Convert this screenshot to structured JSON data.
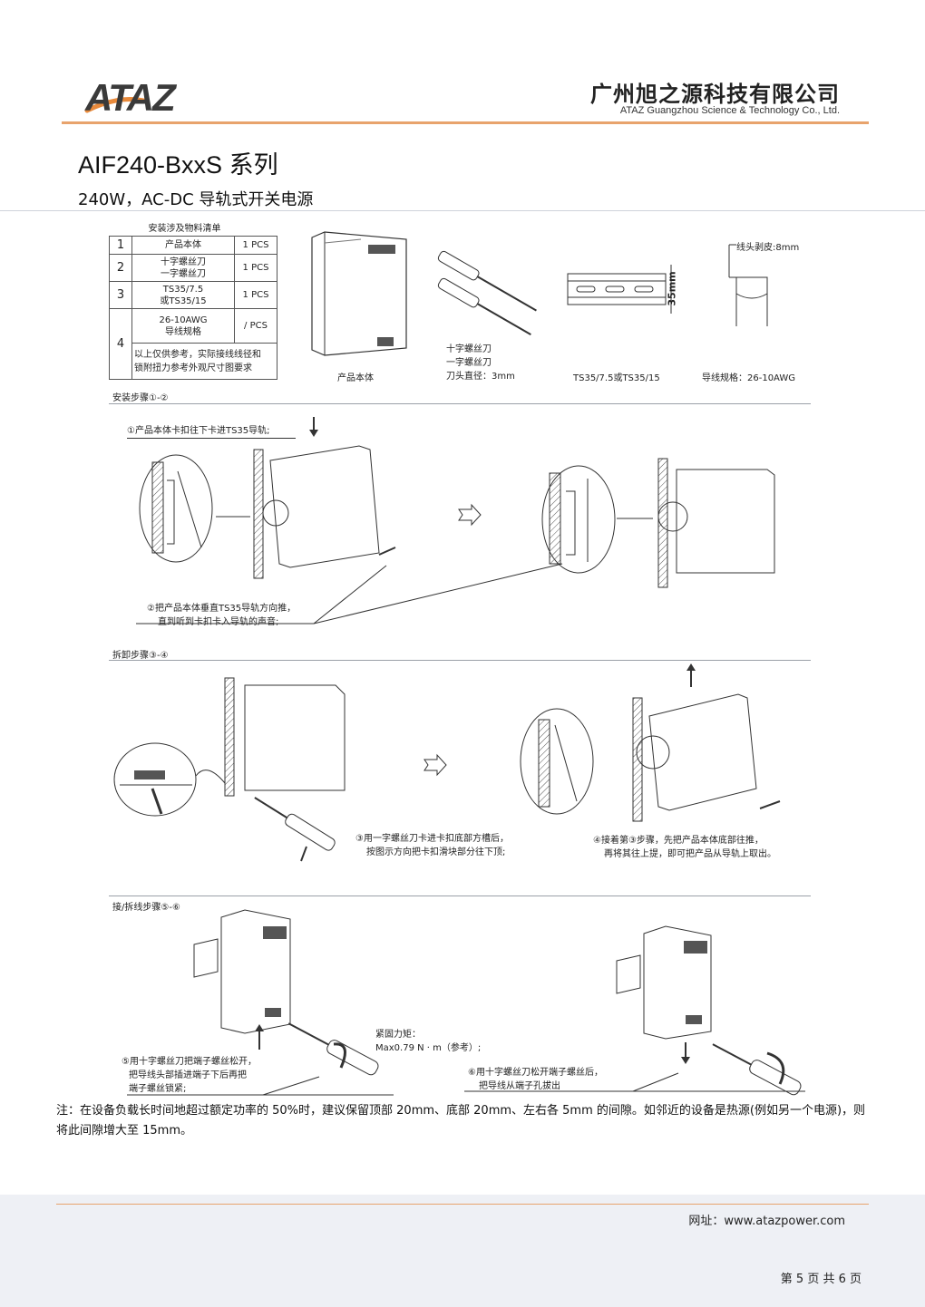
{
  "header": {
    "logo_text": "ATAZ",
    "company_cn": "广州旭之源科技有限公司",
    "company_en": "ATAZ Guangzhou Science & Technology Co., Ltd.",
    "accent_color": "#e8a36c"
  },
  "title": {
    "series": "AIF240-BxxS",
    "series_suffix": "系列",
    "subtitle": "240W，AC-DC 导轨式开关电源"
  },
  "bom": {
    "heading": "安装涉及物料清单",
    "rows": [
      {
        "no": "1",
        "name": [
          "产品本体"
        ],
        "qty": "1 PCS"
      },
      {
        "no": "2",
        "name": [
          "十字螺丝刀",
          "一字螺丝刀"
        ],
        "qty": "1 PCS"
      },
      {
        "no": "3",
        "name": [
          "TS35/7.5",
          "或TS35/15"
        ],
        "qty": "1 PCS"
      },
      {
        "no": "4",
        "name": [
          "26-10AWG",
          "导线规格"
        ],
        "qty": "/ PCS",
        "note": [
          "以上仅供参考，实际接线线径和",
          "锁附扭力参考外观尺寸图要求"
        ]
      }
    ]
  },
  "materials": {
    "product_caption": "产品本体",
    "screwdriver_caption": [
      "十字螺丝刀",
      "一字螺丝刀",
      "刀头直径：3mm"
    ],
    "rail_caption": "TS35/7.5或TS35/15",
    "rail_dim": "35mm",
    "wire_caption": "导线规格：26-10AWG",
    "wire_strip": "线头剥皮:8mm"
  },
  "install": {
    "section": "安装步骤①-②",
    "step1": "①产品本体卡扣往下卡进TS35导轨;",
    "step2": [
      "②把产品本体垂直TS35导轨方向推，",
      "直到听到卡扣卡入导轨的声音;"
    ]
  },
  "removal": {
    "section": "拆卸步骤③-④",
    "step3": [
      "③用一字螺丝刀卡进卡扣底部方槽后，",
      "按图示方向把卡扣滑块部分往下顶;"
    ],
    "step4": [
      "④接着第③步骤，先把产品本体底部往推，",
      "再将其往上提，即可把产品从导轨上取出。"
    ]
  },
  "wiring": {
    "section": "接/拆线步骤⑤-⑥",
    "torque": [
      "紧固力矩：",
      "Max0.79 N · m（参考）;"
    ],
    "step5": [
      "⑤用十字螺丝刀把端子螺丝松开，",
      "把导线头部插进端子下后再把",
      "端子螺丝锁紧;"
    ],
    "step6": [
      "⑥用十字螺丝刀松开端子螺丝后，",
      "把导线从端子孔拔出"
    ]
  },
  "note": "注：在设备负载长时间地超过额定功率的 50%时，建议保留顶部 20mm、底部 20mm、左右各 5mm 的间隙。如邻近的设备是热源(例如另一个电源)，则将此间隙增大至 15mm。",
  "footer": {
    "website": "网址：www.atazpower.com",
    "page": "第 5 页 共 6 页"
  }
}
